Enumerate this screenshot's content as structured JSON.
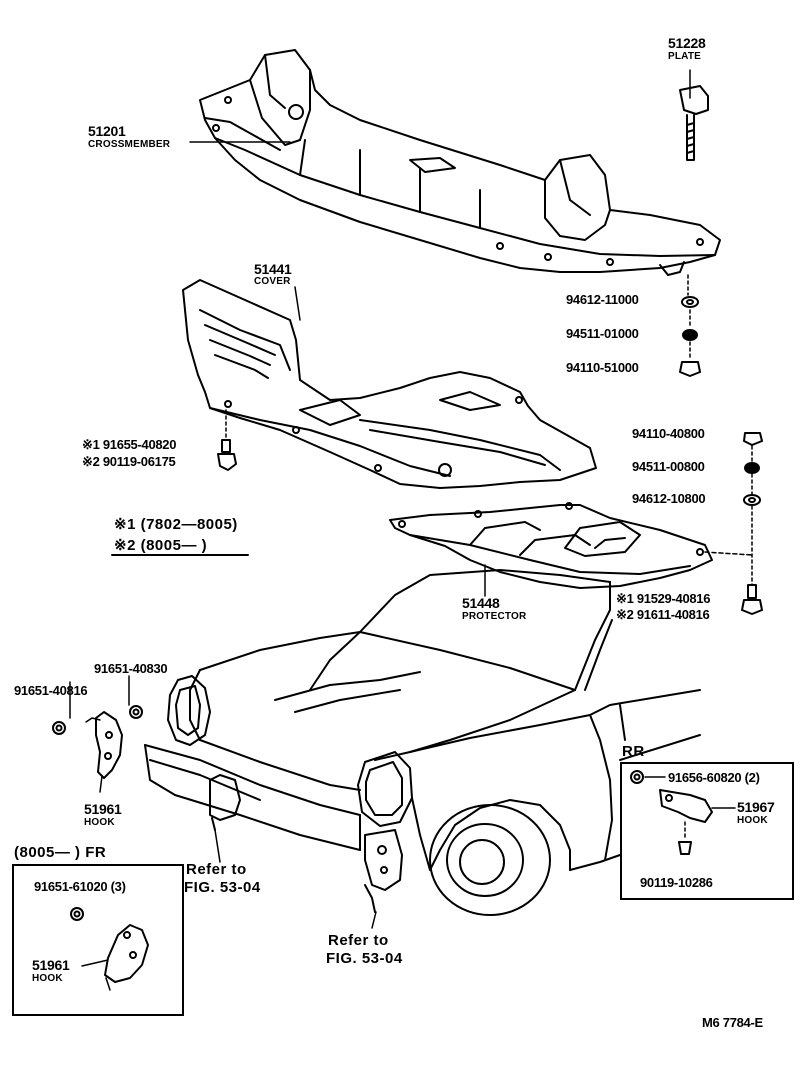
{
  "diagram": {
    "figure_code": "M6  7784-E",
    "parts": {
      "plate": {
        "number": "51228",
        "name": "PLATE"
      },
      "crossmember": {
        "number": "51201",
        "name": "CROSSMEMBER"
      },
      "cover": {
        "number": "51441",
        "name": "COVER"
      },
      "protector": {
        "number": "51448",
        "name": "PROTECTOR"
      },
      "hook_front": {
        "number": "51961",
        "name": "HOOK"
      },
      "hook_rear": {
        "number": "51967",
        "name": "HOOK"
      },
      "hook_box": {
        "number": "51961",
        "name": "HOOK"
      }
    },
    "fasteners": {
      "washer_94612_11000": "94612-11000",
      "washer_94511_01000": "94511-01000",
      "nut_94110_51000": "94110-51000",
      "nut_94110_40800": "94110-40800",
      "washer_94511_00800": "94511-00800",
      "washer_94612_10800": "94612-10800",
      "bolt_cover_1": "※1 91655-40820",
      "bolt_cover_2": "※2 90119-06175",
      "bolt_prot_1": "※1 91529-40816",
      "bolt_prot_2": "※2 91611-40816",
      "bolt_91651_40830": "91651-40830",
      "bolt_91651_40816": "91651-40816",
      "bolt_box_front": "91651-61020 (3)",
      "bolt_rr": "91656-60820 (2)",
      "clip_rr": "90119-10286"
    },
    "legend": {
      "note1": "※1 (7802—8005)",
      "note2": "※2 (8005—      )"
    },
    "boxes": {
      "front_title": "(8005—         ) FR",
      "rear_title": "RR"
    },
    "references": {
      "ref1_line1": "Refer to",
      "ref1_line2": "FIG. 53-04",
      "ref2_line1": "Refer to",
      "ref2_line2": "FIG. 53-04"
    }
  }
}
